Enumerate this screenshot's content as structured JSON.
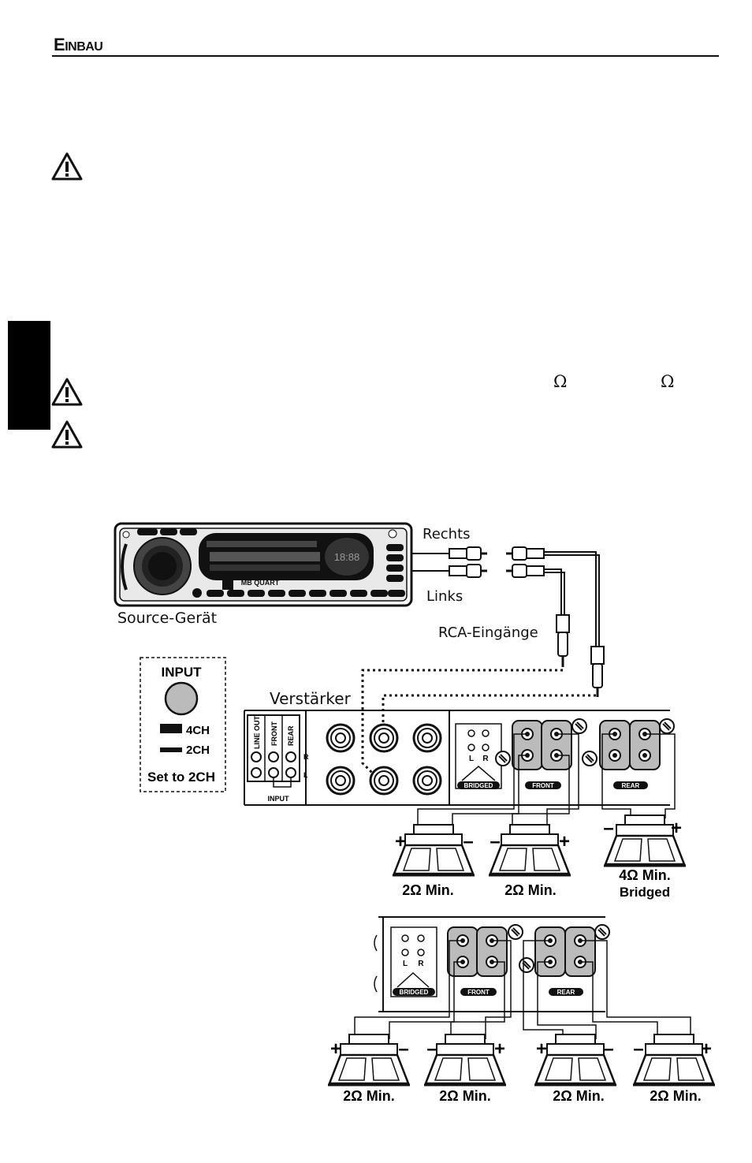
{
  "header": {
    "title_cap": "E",
    "title_rest": "INBAU"
  },
  "omega_symbol": "Ω",
  "icons": [
    "warning-triangle-icon",
    "warning-triangle-icon",
    "warning-triangle-icon"
  ],
  "diagram": {
    "source_label": "Source-Gerät",
    "right_label": "Rechts",
    "left_label": "Links",
    "rca_label": "RCA-Eingänge",
    "amp_label": "Verstärker",
    "input_box": {
      "title": "INPUT",
      "opt_4ch": "4CH",
      "opt_2ch": "2CH",
      "set": "Set to 2CH"
    },
    "amp_panel": {
      "line_out": "LINE OUT",
      "front": "FRONT",
      "rear": "REAR",
      "input": "INPUT",
      "r": "R",
      "l": "L"
    },
    "terminals": {
      "bridged": "BRIDGED",
      "front": "FRONT",
      "rear": "REAR",
      "l": "L",
      "r": "R"
    },
    "radio_brand": "MB QUART",
    "top_speakers": [
      "2Ω Min.",
      "2Ω Min.",
      "4Ω Min."
    ],
    "bridged_note": "Bridged",
    "bottom_speakers": [
      "2Ω Min.",
      "2Ω Min.",
      "2Ω Min.",
      "2Ω Min."
    ],
    "plus": "+",
    "minus": "–"
  }
}
